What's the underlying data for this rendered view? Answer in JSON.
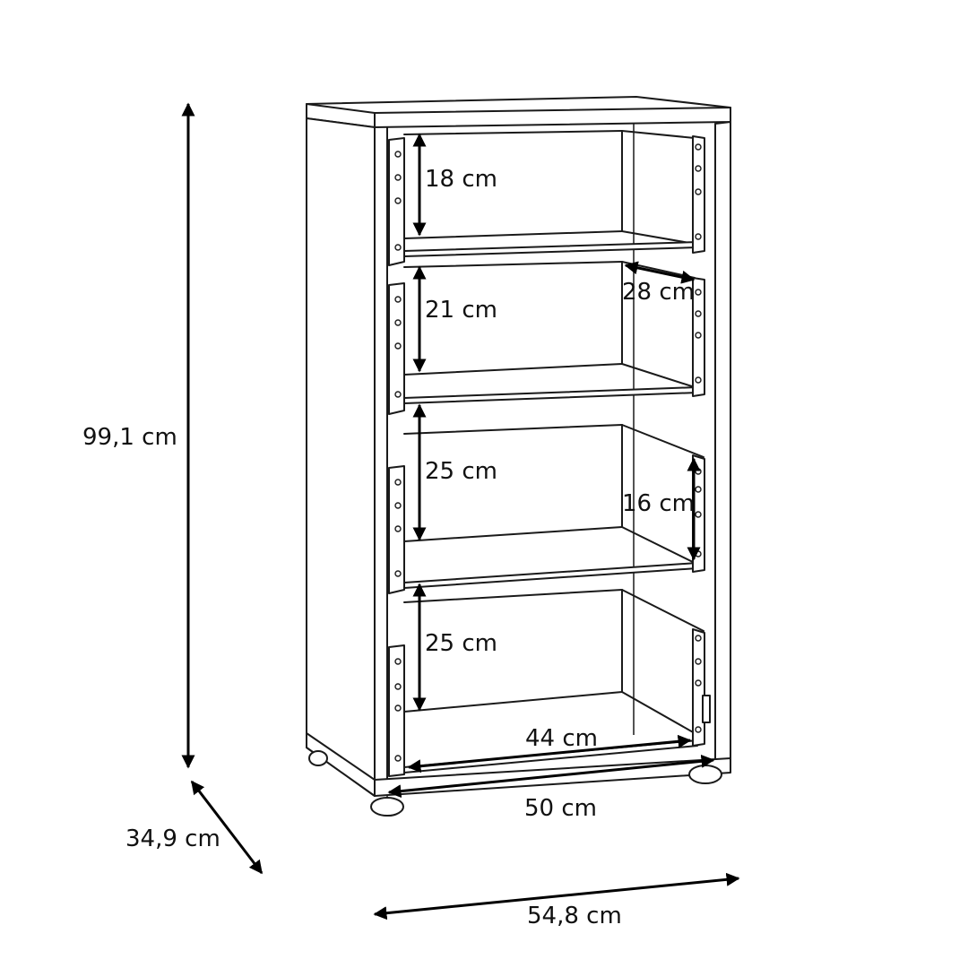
{
  "diagram": {
    "colors": {
      "line": "#1a1a1a",
      "arrow": "#000000",
      "background": "#ffffff"
    },
    "dimensions": {
      "total_height": "99,1 cm",
      "depth": "34,9 cm",
      "total_width": "54,8 cm",
      "inner_width": "50 cm",
      "drawer_inner_width": "44 cm",
      "drawer_depth": "28 cm",
      "drawer_side_height": "16 cm",
      "drawer_1_height": "18 cm",
      "drawer_2_height": "21 cm",
      "drawer_3_height": "25 cm",
      "drawer_4_height": "25 cm"
    }
  }
}
